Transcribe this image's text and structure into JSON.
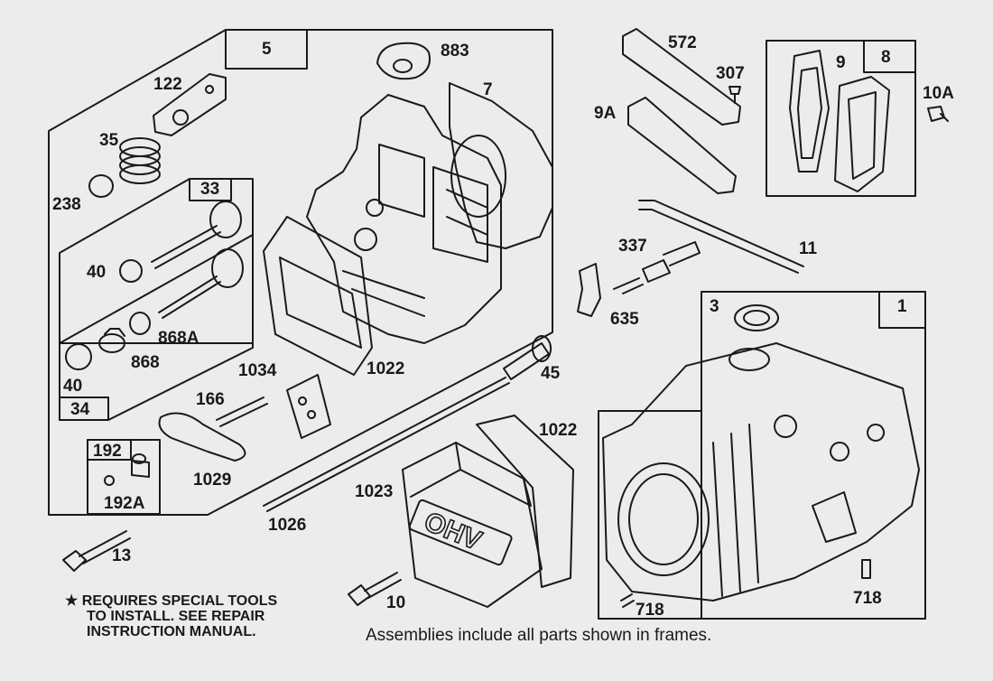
{
  "diagram": {
    "frames": [
      {
        "id": "frame-5",
        "label": "5"
      },
      {
        "id": "frame-33",
        "label": "33"
      },
      {
        "id": "frame-34",
        "label": "34"
      },
      {
        "id": "frame-192",
        "label": "192"
      },
      {
        "id": "frame-8",
        "label": "8"
      },
      {
        "id": "frame-1",
        "label": "1"
      }
    ],
    "parts": [
      {
        "id": "p122",
        "label": "122"
      },
      {
        "id": "p35",
        "label": "35"
      },
      {
        "id": "p238",
        "label": "238"
      },
      {
        "id": "p40a",
        "label": "40"
      },
      {
        "id": "p868A",
        "label": "868A"
      },
      {
        "id": "p868",
        "label": "868"
      },
      {
        "id": "p40b",
        "label": "40"
      },
      {
        "id": "p883",
        "label": "883"
      },
      {
        "id": "p7",
        "label": "7"
      },
      {
        "id": "p1022a",
        "label": "1022"
      },
      {
        "id": "p1034",
        "label": "1034"
      },
      {
        "id": "p166",
        "label": "166"
      },
      {
        "id": "p1029",
        "label": "1029"
      },
      {
        "id": "p192A",
        "label": "192A"
      },
      {
        "id": "p13",
        "label": "13"
      },
      {
        "id": "p1026",
        "label": "1026"
      },
      {
        "id": "p1023",
        "label": "1023"
      },
      {
        "id": "p1022b",
        "label": "1022"
      },
      {
        "id": "p10",
        "label": "10"
      },
      {
        "id": "p572",
        "label": "572"
      },
      {
        "id": "p307",
        "label": "307"
      },
      {
        "id": "p9A",
        "label": "9A"
      },
      {
        "id": "p9",
        "label": "9"
      },
      {
        "id": "p10A",
        "label": "10A"
      },
      {
        "id": "p337",
        "label": "337"
      },
      {
        "id": "p11",
        "label": "11"
      },
      {
        "id": "p635",
        "label": "635"
      },
      {
        "id": "p45",
        "label": "45"
      },
      {
        "id": "p3",
        "label": "3"
      },
      {
        "id": "p718a",
        "label": "718"
      },
      {
        "id": "p718b",
        "label": "718"
      }
    ],
    "cover_marking": "OHV",
    "note": {
      "star": "★",
      "line1": "REQUIRES SPECIAL TOOLS",
      "line2": "TO INSTALL.  SEE REPAIR",
      "line3": "INSTRUCTION MANUAL."
    },
    "assemblies_note": "Assemblies include all parts shown in frames."
  }
}
